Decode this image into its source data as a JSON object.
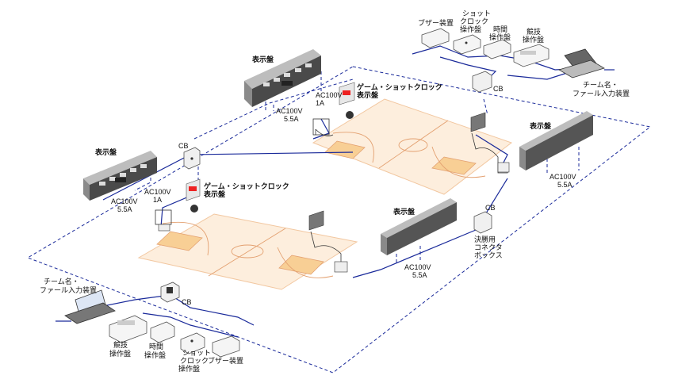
{
  "labels": {
    "display_board": "表示盤",
    "ac_5_5_line1": "AC100V",
    "ac_5_5_line2": "5.5A",
    "ac_1_line1": "AC100V",
    "ac_1_line2": "1A",
    "game_shot_clock_line1": "ゲーム・ショットクロック",
    "game_shot_clock_line2": "表示盤",
    "cb": "CB",
    "buzzer": "ブザー装置",
    "shot_clock_op_line1": "ショット",
    "shot_clock_op_line2": "クロック",
    "shot_clock_op_line3": "操作盤",
    "time_op_line1": "時間",
    "time_op_line2": "操作盤",
    "game_op_line1": "競技",
    "game_op_line2": "操作盤",
    "team_name_line1": "チーム名・",
    "team_name_line2": "ファール入力装置",
    "final_connector_line1": "決勝用",
    "final_connector_line2": "コネクタ",
    "final_connector_line3": "ボックス"
  },
  "colors": {
    "wire": "#1a2a9a",
    "court_fill": "#fdeedd",
    "court_key": "#f8cf95",
    "board_dark": "#4a4a4a",
    "board_light": "#bdbdbd"
  }
}
